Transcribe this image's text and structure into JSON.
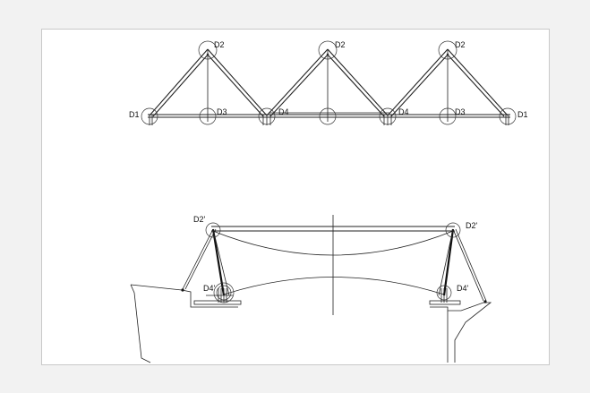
{
  "labels": {
    "top_d1_left": "D1",
    "top_d2_a": "D2",
    "top_d3_a": "D3",
    "top_d4_a": "D4",
    "top_d2_b": "D2",
    "top_d4_b": "D4",
    "top_d2_c": "D2",
    "top_d3_b": "D3",
    "top_d1_right": "D1",
    "bot_d2p_left": "D2'",
    "bot_d2p_right": "D2'",
    "bot_d4p_left": "D4'",
    "bot_d4p_right": "D4'"
  }
}
